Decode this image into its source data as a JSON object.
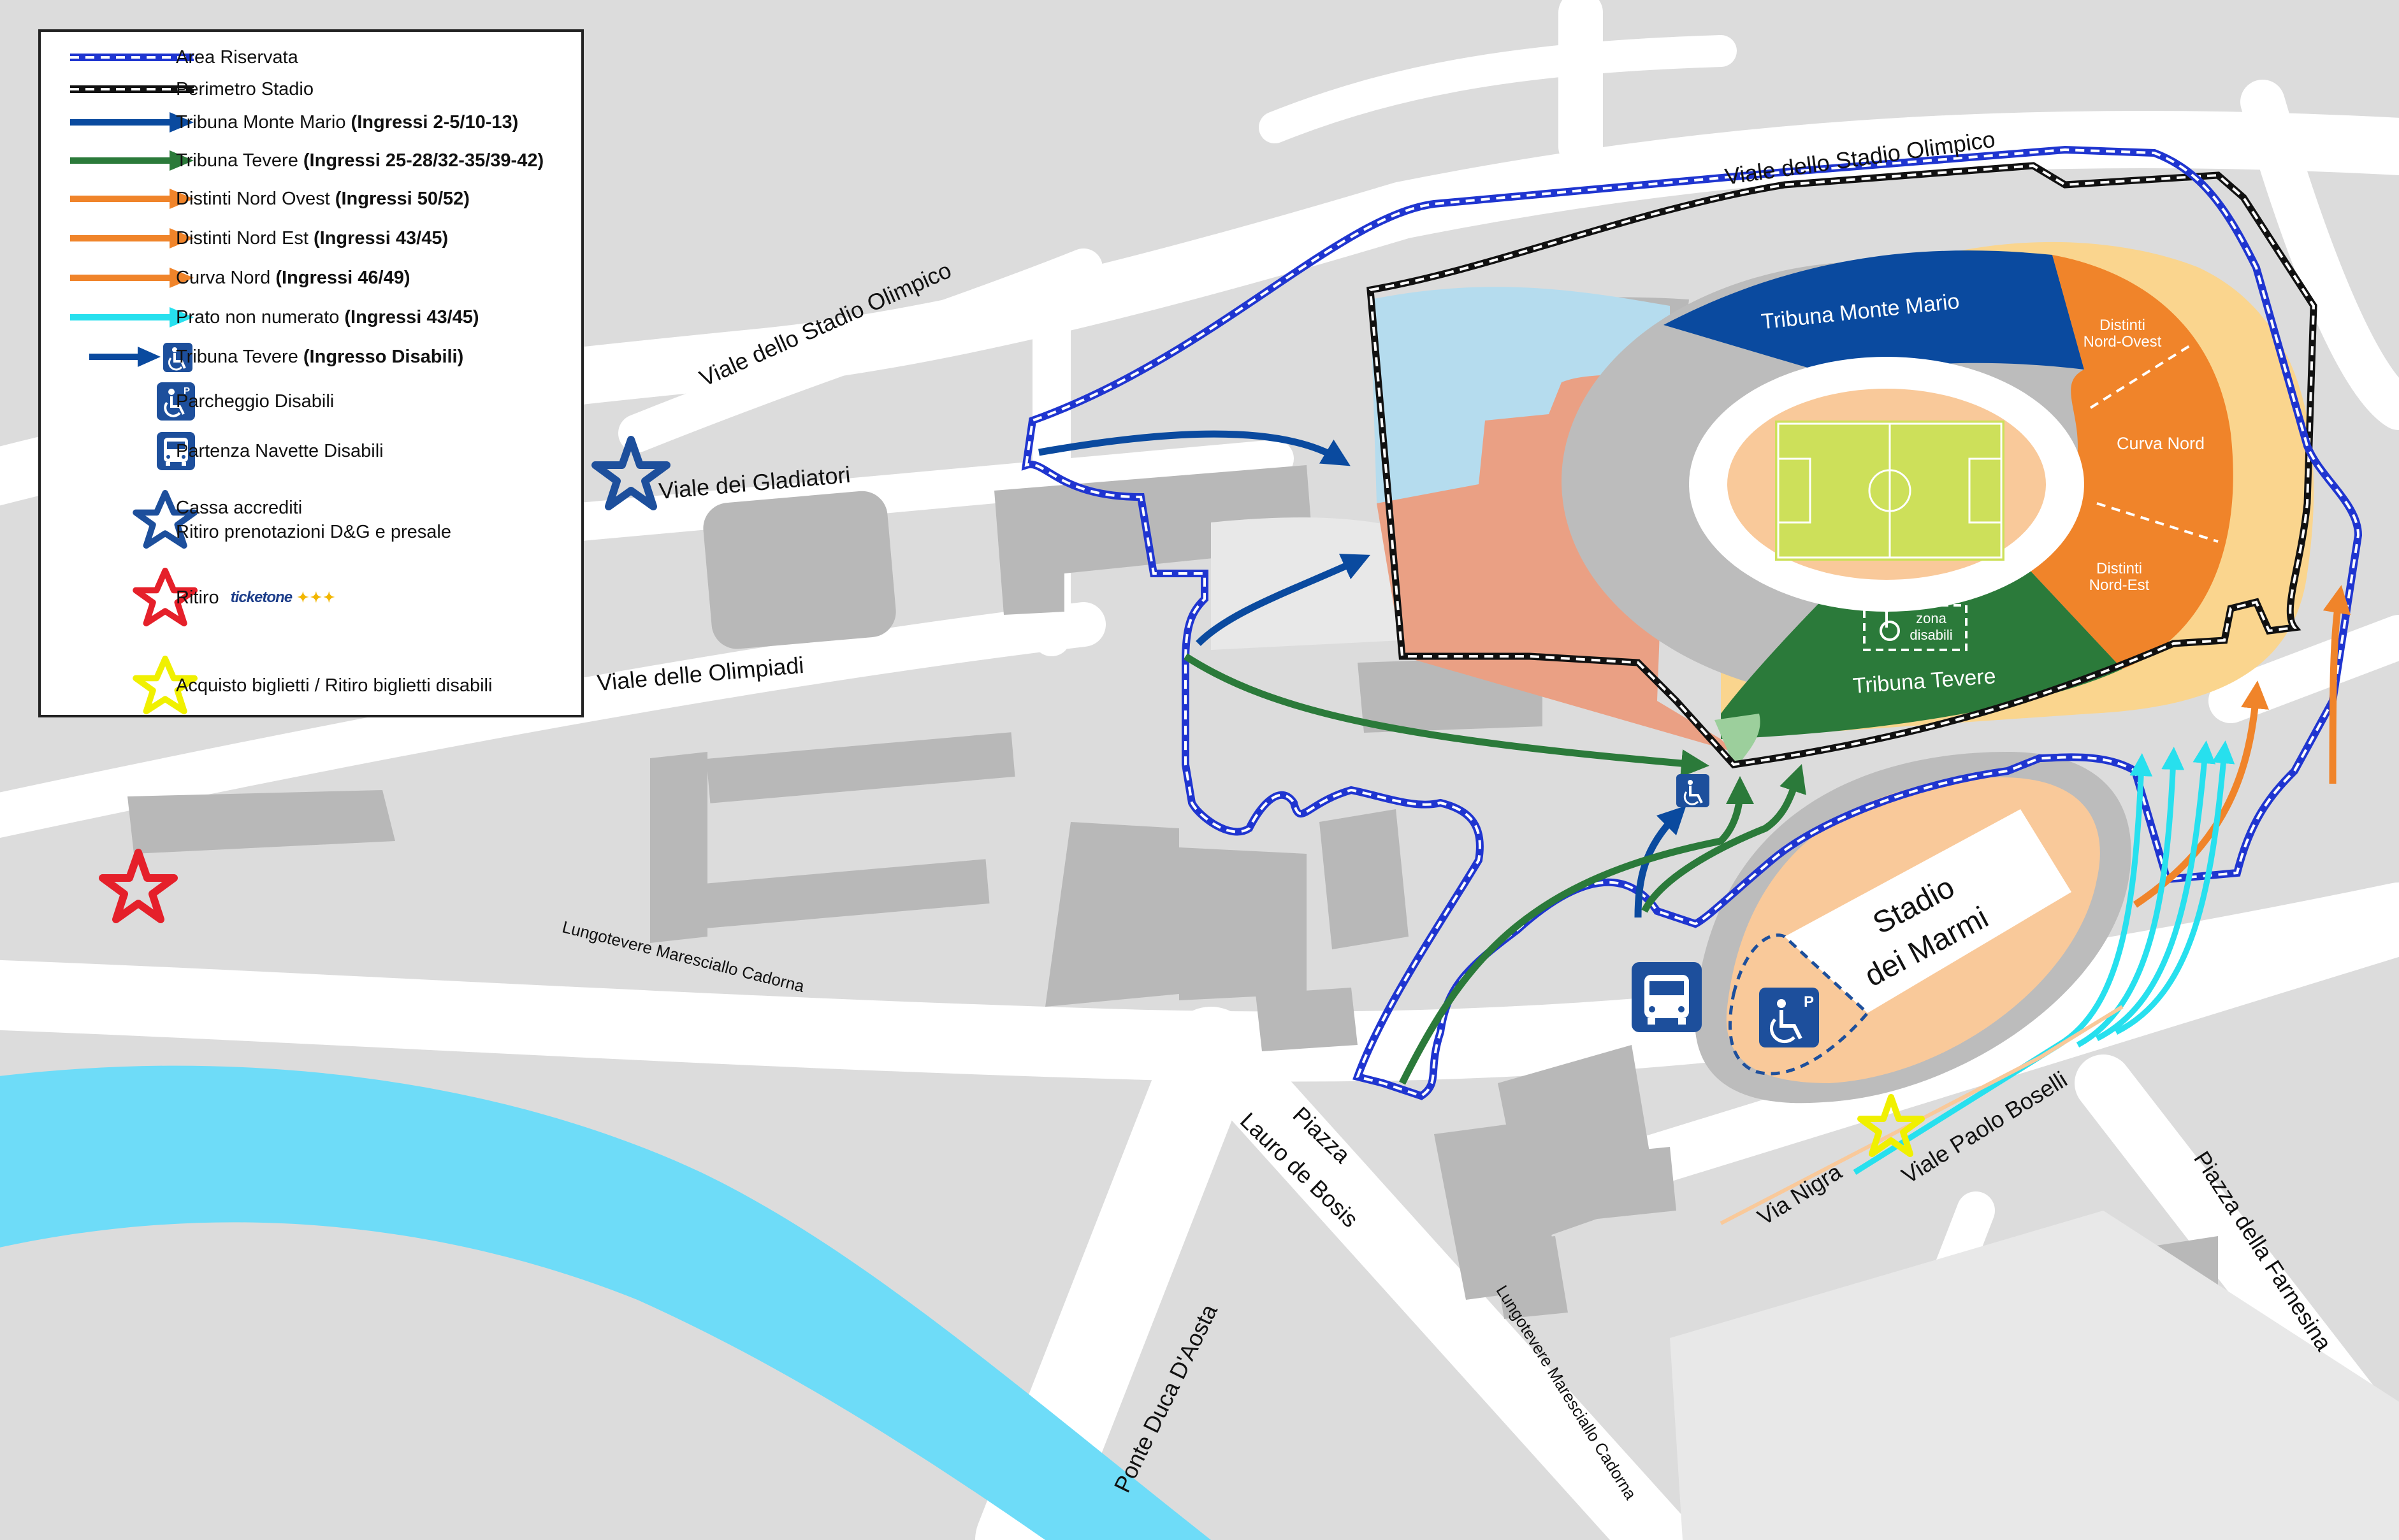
{
  "legend": {
    "items": [
      {
        "symbol": "dashed-blue-line-icon",
        "label": "Area Riservata",
        "detail": ""
      },
      {
        "symbol": "dashed-black-line-icon",
        "label": "Perimetro Stadio",
        "detail": ""
      },
      {
        "symbol": "dark-blue-arrow-icon",
        "label": "Tribuna Monte Mario",
        "detail": "(Ingressi 2-5/10-13)"
      },
      {
        "symbol": "green-arrow-icon",
        "label": "Tribuna Tevere",
        "detail": "(Ingressi 25-28/32-35/39-42)"
      },
      {
        "symbol": "orange-arrow-icon",
        "label": "Distinti Nord Ovest",
        "detail": "(Ingressi 50/52)"
      },
      {
        "symbol": "orange-arrow-icon",
        "label": "Distinti Nord Est",
        "detail": "(Ingressi 43/45)"
      },
      {
        "symbol": "orange-arrow-icon",
        "label": "Curva Nord",
        "detail": "(Ingressi 46/49)"
      },
      {
        "symbol": "cyan-arrow-icon",
        "label": "Prato non numerato",
        "detail": "(Ingressi 43/45)"
      },
      {
        "symbol": "disabled-entrance-arrow-icon",
        "label": "Tribuna Tevere",
        "detail": "(Ingresso Disabili)"
      },
      {
        "symbol": "disabled-parking-icon",
        "label": "Parcheggio Disabili",
        "detail": ""
      },
      {
        "symbol": "shuttle-bus-icon",
        "label": "Partenza Navette Disabili",
        "detail": ""
      },
      {
        "symbol": "blue-star-icon",
        "label": "Cassa accrediti",
        "detail": "Ritiro prenotazioni D&G e presale"
      },
      {
        "symbol": "red-star-icon",
        "label": "Ritiro",
        "detail": ""
      },
      {
        "symbol": "yellow-star-icon",
        "label": "Acquisto biglietti / Ritiro biglietti disabili",
        "detail": ""
      }
    ],
    "ticketone_logo": "ticketone"
  },
  "sectors": {
    "monte_mario": "Tribuna Monte Mario",
    "tevere": "Tribuna Tevere",
    "nord_ovest_1": "Distinti",
    "nord_ovest_2": "Nord-Ovest",
    "curva_nord": "Curva Nord",
    "nord_est_1": "Distinti",
    "nord_est_2": "Nord-Est",
    "zona_disabili_1": "zona",
    "zona_disabili_2": "disabili"
  },
  "streets": {
    "stadio_olimpico_top": "Viale dello Stadio Olimpico",
    "stadio_olimpico_left": "Viale dello Stadio Olimpico",
    "gladiatori": "Viale dei Gladiatori",
    "olimpiadi": "Viale delle Olimpiadi",
    "lungotevere_1": "Lungotevere Maresciallo Cadorna",
    "lungotevere_2": "Lungotevere Maresciallo Cadorna",
    "piazza_1": "Piazza",
    "piazza_2": "Lauro de Bosis",
    "ponte": "Ponte Duca D'Aosta",
    "via_nigra": "Via Nigra",
    "paolo_boselli": "Viale Paolo Boselli",
    "farnesina": "Piazza della Farnesina"
  },
  "marmi": {
    "line1": "Stadio",
    "line2": "dei Marmi"
  },
  "colors": {
    "monte_mario": "#0a4a9f",
    "tevere": "#2b7a3a",
    "orange": "#f0842a",
    "light_orange": "#fad58e",
    "salmon": "#eaa084",
    "cyan": "#27e0ee",
    "river": "#6edcf8",
    "pitch": "#cde05a",
    "track": "#f9c99a",
    "building": "#b8b8b8",
    "background": "#dcdcdc",
    "red_star": "#e5202a",
    "blue_star": "#1d4f9c",
    "yellow_star": "#f0f000"
  }
}
